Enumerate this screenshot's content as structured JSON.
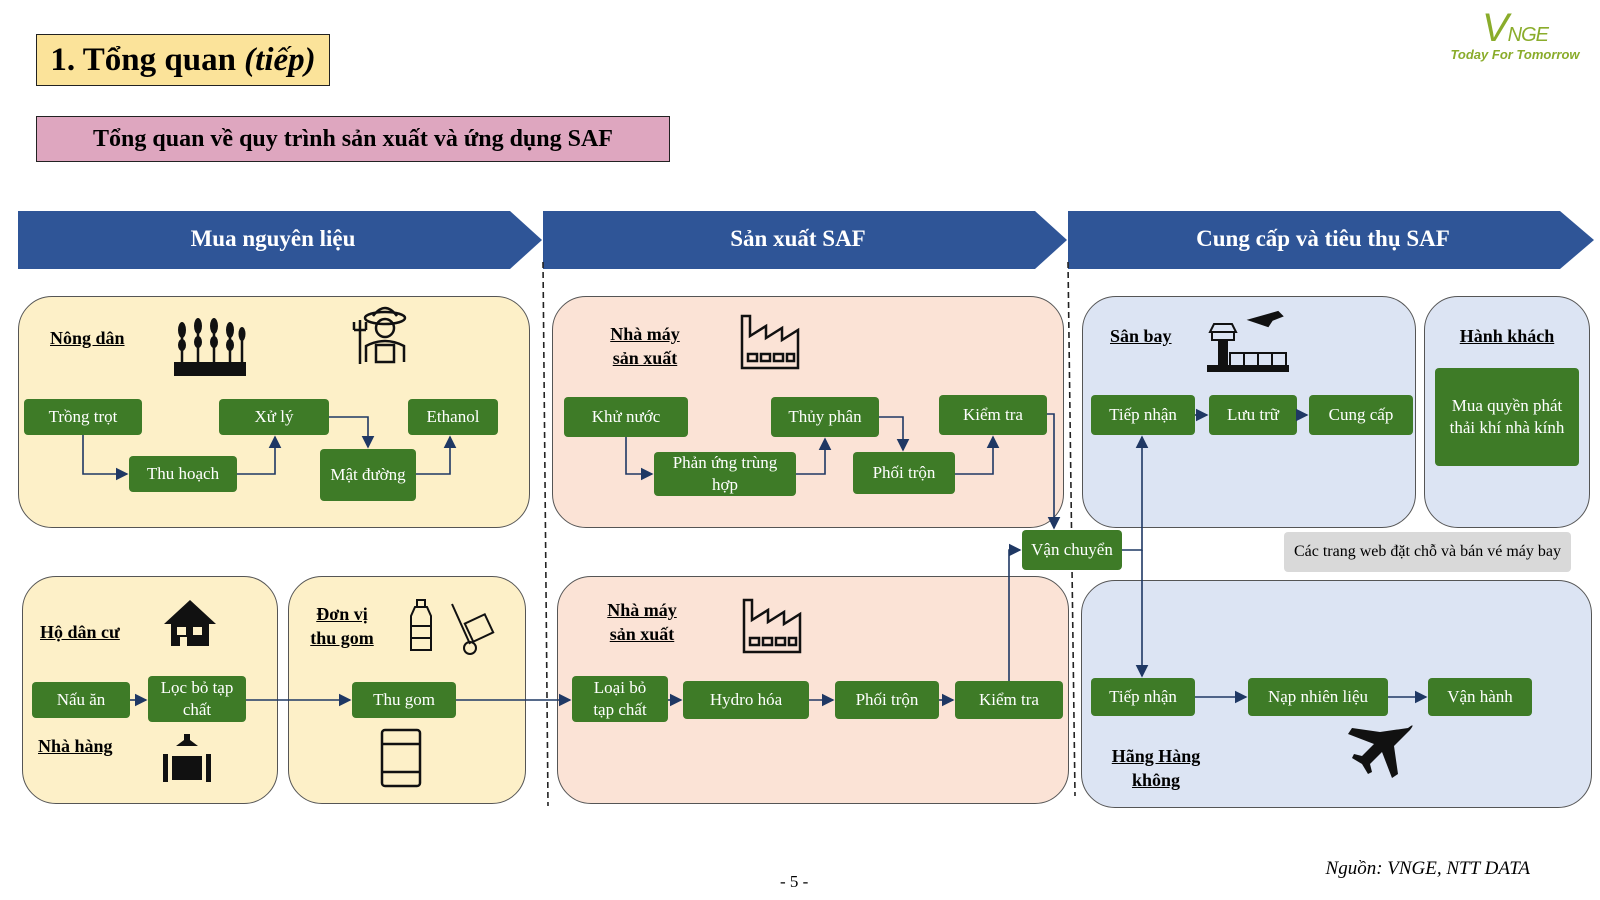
{
  "header": {
    "title_main": "1. Tổng quan",
    "title_italic": "(tiếp)",
    "subtitle": "Tổng quan về quy trình sản xuất và ứng dụng SAF"
  },
  "logo": {
    "mark_big": "V",
    "mark_small": "NGE",
    "tagline": "Today For Tomorrow",
    "color": "#8aac2b"
  },
  "stages": [
    "Mua nguyên liệu",
    "Sản xuất SAF",
    "Cung cấp và tiêu thụ SAF"
  ],
  "panels": {
    "farmer": {
      "label": "Nông dân",
      "icons": [
        "wheat-icon",
        "farmer-icon"
      ]
    },
    "household": {
      "label": "Hộ dân cư",
      "icon": "house-icon"
    },
    "restaurant": {
      "label": "Nhà hàng",
      "icon": "restaurant-table-icon"
    },
    "collector": {
      "label_line1": "Đơn vị",
      "label_line2": "thu gom",
      "icons": [
        "bottle-icon",
        "hand-truck-icon",
        "barrel-icon"
      ]
    },
    "factory_top": {
      "label_line1": "Nhà máy",
      "label_line2": "sản xuất",
      "icon": "factory-icon"
    },
    "factory_bottom": {
      "label_line1": "Nhà máy",
      "label_line2": "sản xuất",
      "icon": "factory-icon"
    },
    "airport": {
      "label": "Sân bay",
      "icon": "airport-tower-icon"
    },
    "passenger": {
      "label": "Hành khách"
    },
    "airline": {
      "label_line1": "Hãng Hàng",
      "label_line2": "không",
      "icon": "airplane-icon"
    }
  },
  "nodes": {
    "trong_trot": "Trồng trọt",
    "thu_hoach": "Thu hoạch",
    "xu_ly": "Xử lý",
    "mat_duong": "Mật đường",
    "ethanol": "Ethanol",
    "khu_nuoc": "Khử nước",
    "phan_ung": "Phản ứng trùng hợp",
    "thuy_phan": "Thủy phân",
    "phoi_tron_top": "Phối trộn",
    "kiem_tra_top": "Kiểm tra",
    "van_chuyen": "Vận chuyển",
    "tiep_nhan_top": "Tiếp nhận",
    "luu_tru": "Lưu trữ",
    "cung_cap": "Cung cấp",
    "mua_quyen": "Mua quyền phát thải khí nhà kính",
    "nau_an": "Nấu ăn",
    "loc_bo_1": "Lọc bỏ tạp chất",
    "thu_gom": "Thu gom",
    "loc_bo_2": "Loại bỏ tạp chất",
    "hydro_hoa": "Hydro hóa",
    "phoi_tron_bottom": "Phối trộn",
    "kiem_tra_bottom": "Kiểm tra",
    "tiep_nhan_bottom": "Tiếp nhận",
    "nap_nhien_lieu": "Nạp nhiên liệu",
    "van_hanh": "Vận hành"
  },
  "note_booking": "Các trang web đặt chỗ và bán vé máy bay",
  "footer": {
    "source_label": "Nguồn:",
    "source": "VNGE, NTT DATA",
    "page": "- 5 -"
  },
  "colors": {
    "chevron": "#2f5597",
    "node": "#3e7b27",
    "yellow_panel": "#fdf0c8",
    "pink_panel": "#fbe3d6",
    "blue_panel": "#dce4f3",
    "title_bg": "#fbe39a",
    "subtitle_bg": "#dea6bf",
    "arrow": "#1f3864"
  }
}
